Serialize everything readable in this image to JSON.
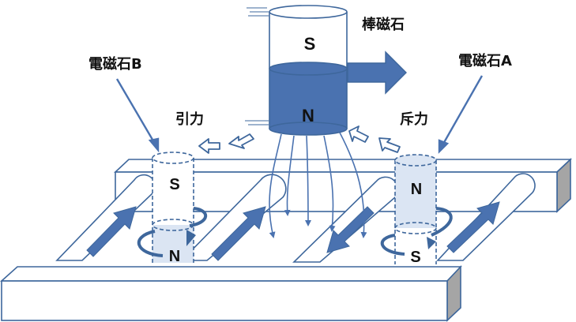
{
  "labels": {
    "bar_magnet": "棒磁石",
    "electromagnet_a": "電磁石A",
    "electromagnet_b": "電磁石B",
    "attraction": "引力",
    "repulsion": "斥力"
  },
  "poles": {
    "bar_top": "S",
    "bar_bottom": "N",
    "b_top": "S",
    "b_bottom": "N",
    "a_top": "N",
    "a_bottom": "S"
  },
  "colors": {
    "blue": "#4a72b0",
    "light_blue": "#dbe5f3",
    "outline": "#3e679c",
    "rail_edge": "#a5a5a5"
  }
}
